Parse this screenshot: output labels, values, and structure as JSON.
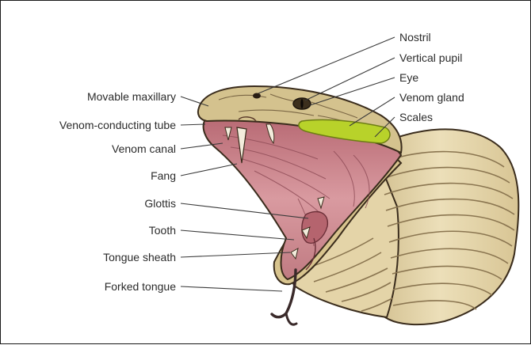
{
  "labels_left": {
    "movable_maxillary": "Movable maxillary",
    "venom_conducting_tube": "Venom-conducting tube",
    "venom_canal": "Venom canal",
    "fang": "Fang",
    "glottis": "Glottis",
    "tooth": "Tooth",
    "tongue_sheath": "Tongue sheath",
    "forked_tongue": "Forked tongue"
  },
  "labels_right": {
    "nostril": "Nostril",
    "vertical_pupil": "Vertical pupil",
    "eye": "Eye",
    "venom_gland": "Venom gland",
    "scales": "Scales"
  },
  "colors": {
    "mouth": "#c9858c",
    "venom_gland": "#b8d22a",
    "body": "#e2d2a6",
    "head": "#d9c796",
    "outline": "#3a2c1c"
  }
}
